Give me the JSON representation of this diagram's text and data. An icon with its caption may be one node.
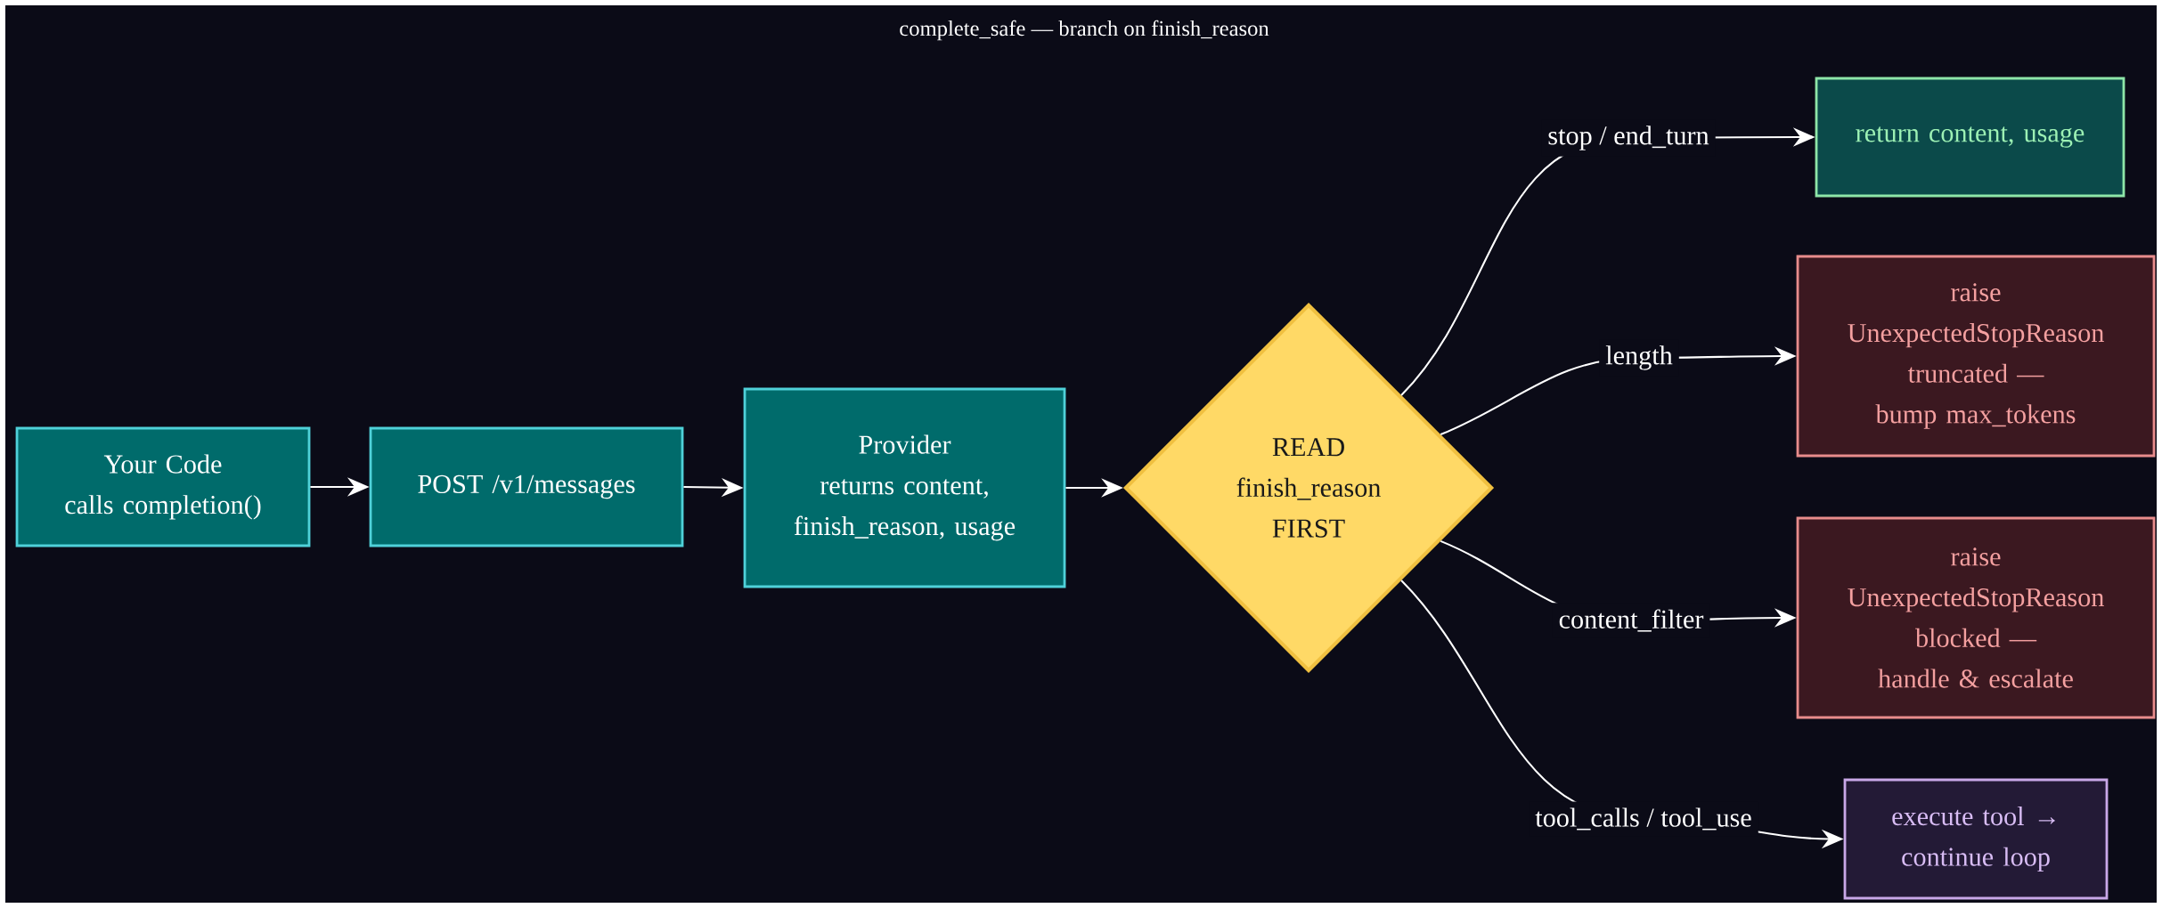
{
  "diagram": {
    "title": "complete_safe — branch on finish_reason",
    "nodes": [
      {
        "text": [
          "Your Code",
          "calls completion()"
        ]
      },
      {
        "text": [
          "POST /v1/messages"
        ]
      },
      {
        "text": [
          "Provider returns content, finish_reason, usage"
        ]
      },
      {
        "text": [
          "READ finish_reason FIRST"
        ]
      },
      {
        "text": [
          "return content, usage"
        ]
      },
      {
        "text": [
          "raise UnexpectedStopReason truncated — bump max_tokens"
        ]
      },
      {
        "text": [
          "raise UnexpectedStopReason blocked — handle & escalate"
        ]
      },
      {
        "text": [
          "execute tool → continue loop"
        ]
      }
    ],
    "edges": [
      {
        "from": 0,
        "to": 1,
        "arrow": "to"
      },
      {
        "from": 1,
        "to": 2,
        "arrow": "to"
      },
      {
        "from": 2,
        "to": 3,
        "arrow": "to"
      },
      {
        "from": 3,
        "to": 4,
        "arrow": "to",
        "label": "stop / end_turn"
      },
      {
        "from": 3,
        "to": 5,
        "arrow": "to",
        "label": "length"
      },
      {
        "from": 3,
        "to": 6,
        "arrow": "to",
        "label": "content_filter"
      },
      {
        "from": 3,
        "to": 7,
        "arrow": "to",
        "label": "tool_calls / tool_use"
      }
    ]
  }
}
